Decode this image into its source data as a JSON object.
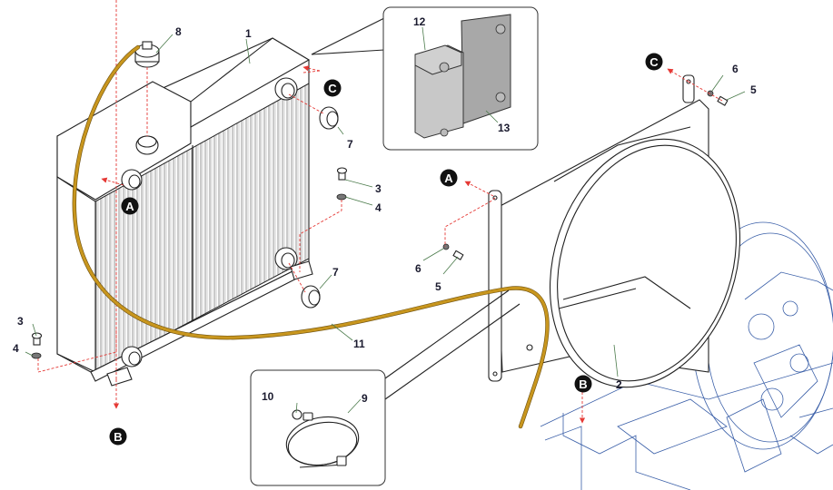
{
  "diagram": {
    "title": "Radiator and fan shroud installation",
    "callouts": [
      {
        "id": "1",
        "label": "1",
        "part": "Radiator"
      },
      {
        "id": "2",
        "label": "2",
        "part": "Fan shroud"
      },
      {
        "id": "3a",
        "label": "3",
        "part": "Bolt"
      },
      {
        "id": "3b",
        "label": "3",
        "part": "Bolt"
      },
      {
        "id": "4a",
        "label": "4",
        "part": "Washer"
      },
      {
        "id": "4b",
        "label": "4",
        "part": "Washer"
      },
      {
        "id": "5a",
        "label": "5",
        "part": "Bolt"
      },
      {
        "id": "5b",
        "label": "5",
        "part": "Bolt"
      },
      {
        "id": "6a",
        "label": "6",
        "part": "Washer"
      },
      {
        "id": "6b",
        "label": "6",
        "part": "Washer"
      },
      {
        "id": "7a",
        "label": "7",
        "part": "Hose fitting"
      },
      {
        "id": "7b",
        "label": "7",
        "part": "Hose fitting"
      },
      {
        "id": "8",
        "label": "8",
        "part": "Radiator cap"
      },
      {
        "id": "9",
        "label": "9",
        "part": "Cable tie"
      },
      {
        "id": "10",
        "label": "10",
        "part": "Clip"
      },
      {
        "id": "11",
        "label": "11",
        "part": "Overflow hose"
      },
      {
        "id": "12",
        "label": "12",
        "part": "Radiator core"
      },
      {
        "id": "13",
        "label": "13",
        "part": "Oil cooler"
      }
    ],
    "reference_markers": {
      "A": "A",
      "B": "B",
      "C": "C"
    },
    "colors": {
      "hose": "#c8961e",
      "alignment_arrow": "#e53935",
      "engine_outline": "#3a5fa8",
      "marker_bg": "#111111",
      "leader_line": "#4a7a4a"
    }
  }
}
